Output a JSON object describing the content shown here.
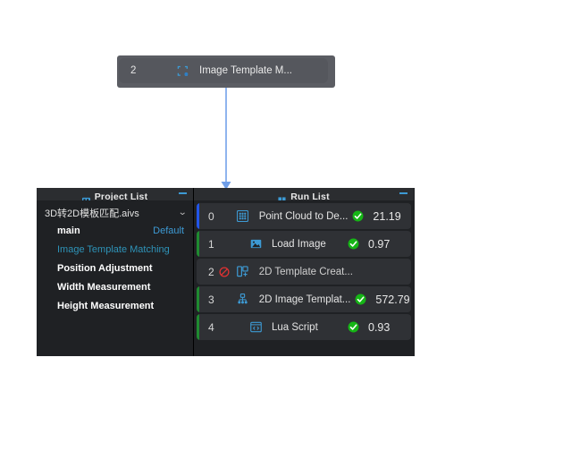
{
  "drag_tooltip": {
    "index": "2",
    "label": "Image Template M...",
    "icon": "template-match-icon",
    "bg": "#55575d",
    "frame": "#5b5d63"
  },
  "arrow": {
    "name": "drop-indicator-arrow",
    "color": "#8fb4ee",
    "direction": "down"
  },
  "project_panel": {
    "header": {
      "title": "Project List",
      "icon": "project-list-icon",
      "icon_color": "#3d9ad4",
      "minimize_label": "—"
    },
    "file": {
      "name": "3D转2D模板匹配.aivs",
      "chevron": "⌄"
    },
    "items": [
      {
        "name": "main",
        "value": "Default",
        "color": "#ffffff",
        "value_color": "#3d9ad4",
        "selected": false
      },
      {
        "name": "Image Template Matching",
        "value": "",
        "color": "#2e93b8",
        "value_color": "",
        "selected": true
      },
      {
        "name": "Position Adjustment",
        "value": "",
        "color": "#ffffff",
        "value_color": "",
        "selected": false
      },
      {
        "name": "Width Measurement",
        "value": "",
        "color": "#ffffff",
        "value_color": "",
        "selected": false
      },
      {
        "name": "Height Measurement",
        "value": "",
        "color": "#ffffff",
        "value_color": "",
        "selected": false
      }
    ]
  },
  "run_panel": {
    "header": {
      "title": "Run List",
      "icon": "run-list-icon",
      "icon_color": "#3d9ad4",
      "minimize_label": "—"
    },
    "rows": [
      {
        "index": "0",
        "label": "Point Cloud to De...",
        "time": "21.19",
        "icon": "point-cloud-icon",
        "status": "ok",
        "edge": "#2255e8",
        "blocked": false
      },
      {
        "index": "1",
        "label": "Load Image",
        "time": "0.97",
        "icon": "load-image-icon",
        "status": "ok",
        "edge": "#1f8a30",
        "blocked": false
      },
      {
        "index": "2",
        "label": "2D Template Creat...",
        "time": "",
        "icon": "template-create-icon",
        "status": "disabled",
        "edge": "",
        "blocked": true
      },
      {
        "index": "3",
        "label": "2D Image Templat...",
        "time": "572.79",
        "icon": "image-template-icon",
        "status": "ok",
        "edge": "#1f8a30",
        "blocked": false
      },
      {
        "index": "4",
        "label": "Lua Script",
        "time": "0.93",
        "icon": "lua-script-icon",
        "status": "ok",
        "edge": "#1f8a30",
        "blocked": false
      }
    ]
  },
  "colors": {
    "panel_bg": "#1f2124",
    "row_bg": "#2f3135",
    "header_bg": "#2b2d30",
    "accent_blue": "#3d9ad4",
    "status_green": "#16b516",
    "status_red": "#e03232"
  }
}
